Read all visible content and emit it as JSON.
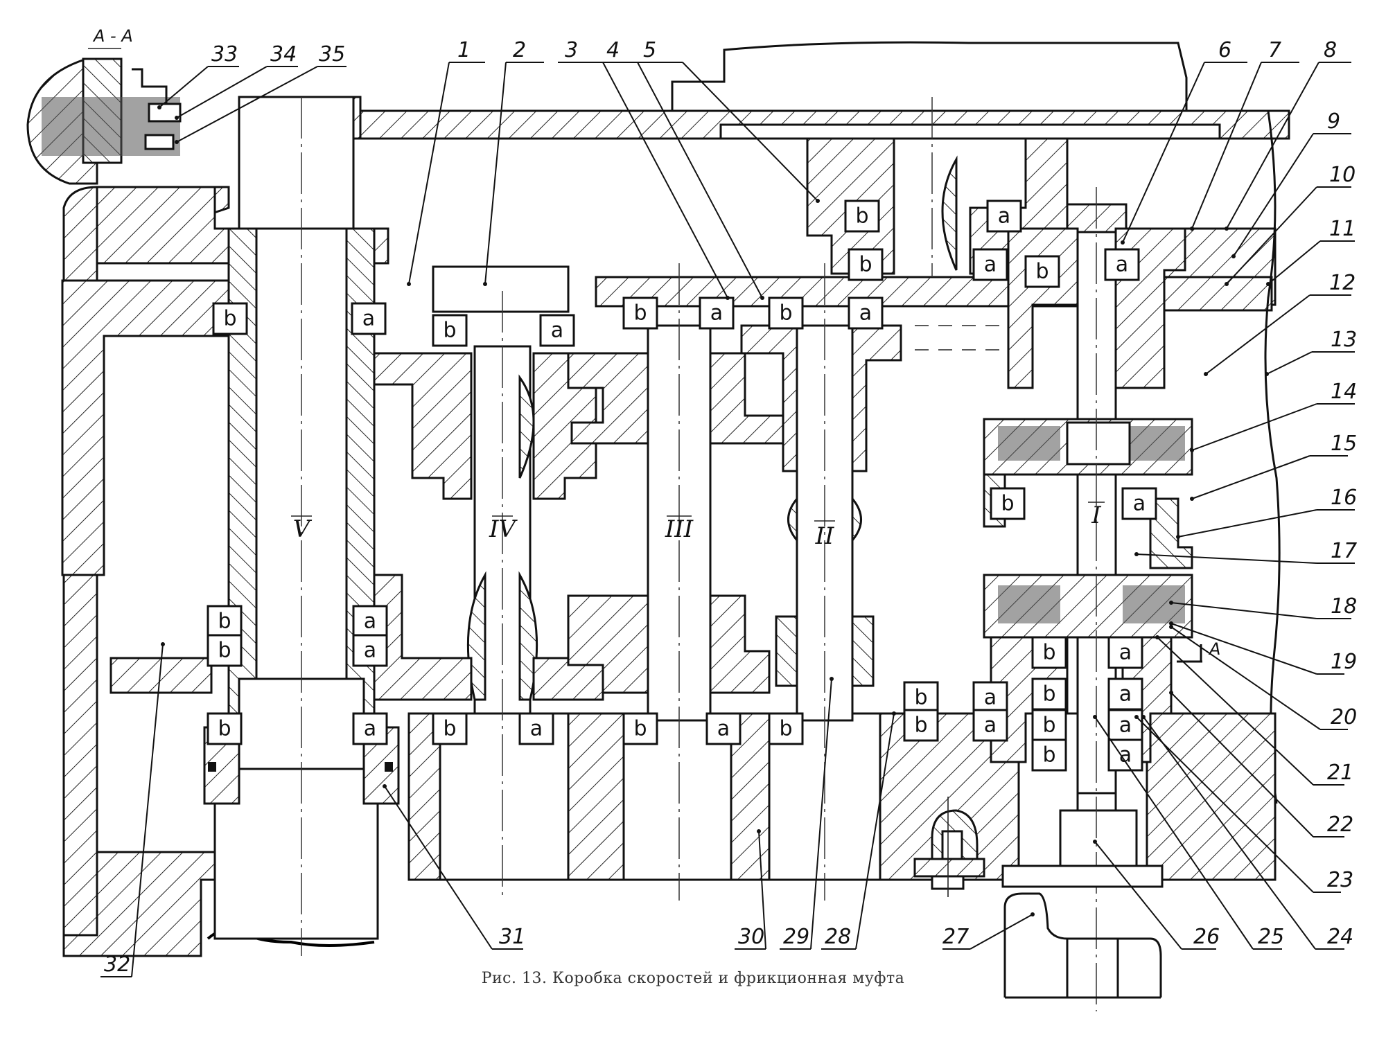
{
  "figure": {
    "caption": "Рис. 13. Коробка скоростей и фрикционная муфта",
    "section_label": "А - А",
    "section_marker": "А"
  },
  "shafts": [
    {
      "id": "V",
      "label": "V"
    },
    {
      "id": "IV",
      "label": "IV"
    },
    {
      "id": "III",
      "label": "III"
    },
    {
      "id": "II",
      "label": "II"
    },
    {
      "id": "I",
      "label": "I"
    }
  ],
  "bearing_codes": {
    "a": "a",
    "b": "b"
  },
  "callouts": [
    {
      "n": "1"
    },
    {
      "n": "2"
    },
    {
      "n": "3"
    },
    {
      "n": "4"
    },
    {
      "n": "5"
    },
    {
      "n": "6"
    },
    {
      "n": "7"
    },
    {
      "n": "8"
    },
    {
      "n": "9"
    },
    {
      "n": "10"
    },
    {
      "n": "11"
    },
    {
      "n": "12"
    },
    {
      "n": "13"
    },
    {
      "n": "14"
    },
    {
      "n": "15"
    },
    {
      "n": "16"
    },
    {
      "n": "17"
    },
    {
      "n": "18"
    },
    {
      "n": "19"
    },
    {
      "n": "20"
    },
    {
      "n": "21"
    },
    {
      "n": "22"
    },
    {
      "n": "23"
    },
    {
      "n": "24"
    },
    {
      "n": "25"
    },
    {
      "n": "26"
    },
    {
      "n": "27"
    },
    {
      "n": "28"
    },
    {
      "n": "29"
    },
    {
      "n": "30"
    },
    {
      "n": "31"
    },
    {
      "n": "32"
    },
    {
      "n": "33"
    },
    {
      "n": "34"
    },
    {
      "n": "35"
    }
  ]
}
